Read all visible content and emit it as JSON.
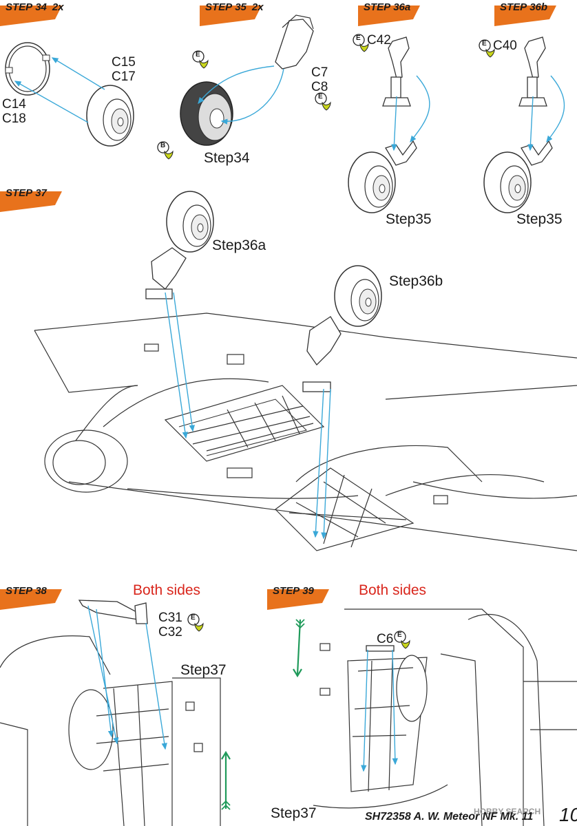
{
  "steps": {
    "s34": {
      "label": "STEP",
      "num": "34",
      "mult": "2x"
    },
    "s35": {
      "label": "STEP",
      "num": "35",
      "mult": "2x"
    },
    "s36a": {
      "label": "STEP",
      "num": "36",
      "mult": "a"
    },
    "s36b": {
      "label": "STEP",
      "num": "36",
      "mult": "b"
    },
    "s37": {
      "label": "STEP",
      "num": "37",
      "mult": ""
    },
    "s38": {
      "label": "STEP",
      "num": "38",
      "mult": ""
    },
    "s39": {
      "label": "STEP",
      "num": "39",
      "mult": ""
    }
  },
  "parts": {
    "c15_c17": "C15\nC17",
    "c14_c18": "C14\nC18",
    "c7_c8": "C7\nC8",
    "c42": "C42",
    "c40": "C40",
    "c31_c32": "C31\nC32",
    "c6": "C6"
  },
  "step_refs": {
    "s35_ref": "Step34",
    "s36a_ref": "Step35",
    "s36b_ref": "Step35",
    "s37_ref_a": "Step36a",
    "s37_ref_b": "Step36b",
    "s38_ref": "Step37",
    "s39_ref": "Step37"
  },
  "notes": {
    "both_sides_38": "Both sides",
    "both_sides_39": "Both sides"
  },
  "paint_codes": {
    "e": "E",
    "b": "B"
  },
  "footer": {
    "catalog": "SH72358 A. W. Meteor NF Mk. 11",
    "page": "10"
  },
  "watermark": "HOBBY SEARCH",
  "colors": {
    "flag": "#e8721c",
    "arrow": "#3aa8d8",
    "paint_drop": "#c9d61c",
    "accent_text": "#d9261c",
    "green_arrow": "#1f9a5a"
  }
}
